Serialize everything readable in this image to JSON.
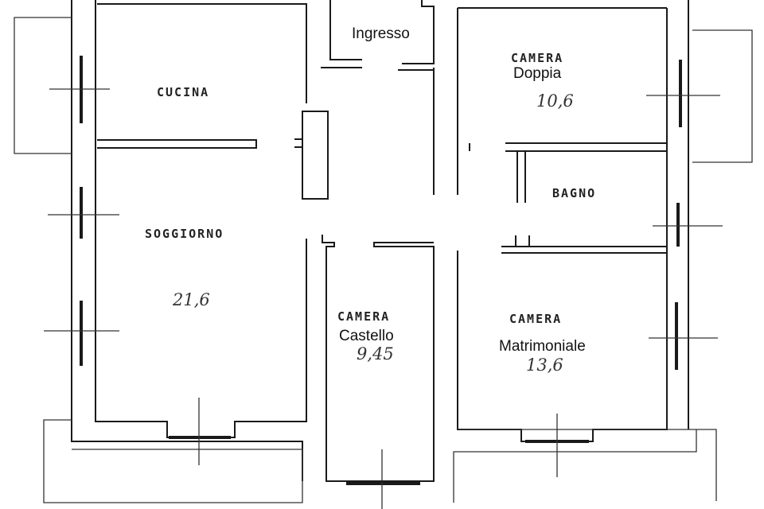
{
  "rooms": {
    "ingresso": {
      "name": "Ingresso"
    },
    "cucina": {
      "label": "CUCINA"
    },
    "camera_doppia": {
      "label": "CAMERA",
      "name": "Doppia",
      "area": "10,6"
    },
    "bagno": {
      "label": "BAGNO"
    },
    "soggiorno": {
      "label": "SOGGIORNO",
      "area": "21,6"
    },
    "camera_castello": {
      "label": "CAMERA",
      "name": "Castello",
      "area": "9,45"
    },
    "camera_matrimoniale": {
      "label": "CAMERA",
      "name": "Matrimoniale",
      "area": "13,6"
    }
  }
}
